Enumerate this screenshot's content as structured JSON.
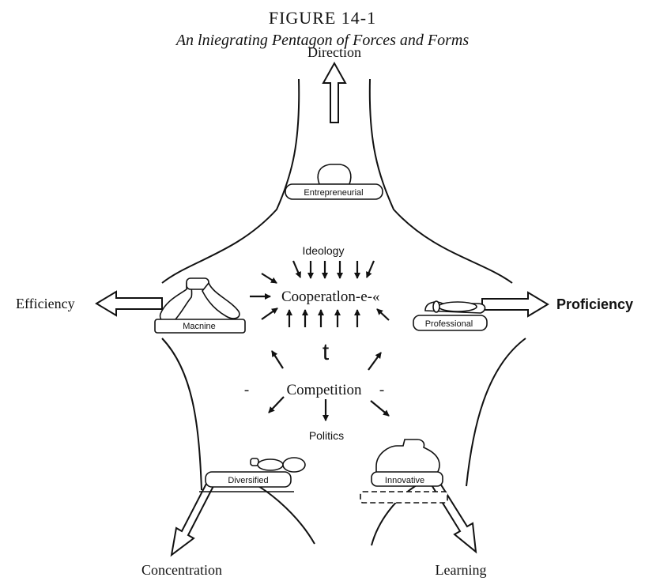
{
  "figure": {
    "label": "FIGURE 14-1",
    "caption": "An lniegrating Pentagon of Forces and Forms"
  },
  "forces": {
    "top": "Direction",
    "left": "Efficiency",
    "right": "Proficiency",
    "bottom_left": "Concentration",
    "bottom_right": "Learning"
  },
  "forms": {
    "entrepreneurial": "Entrepreneurial",
    "machine": "Macnine",
    "professional": "Professional",
    "diversified": "Diversified",
    "innovative": "Innovative"
  },
  "center": {
    "ideology": "Ideology",
    "cooperation": "Cooperatlon-e-«",
    "marker": "t",
    "competition": "Competition",
    "dash_left": "-",
    "dash_right": "-",
    "politics": "Politics"
  }
}
